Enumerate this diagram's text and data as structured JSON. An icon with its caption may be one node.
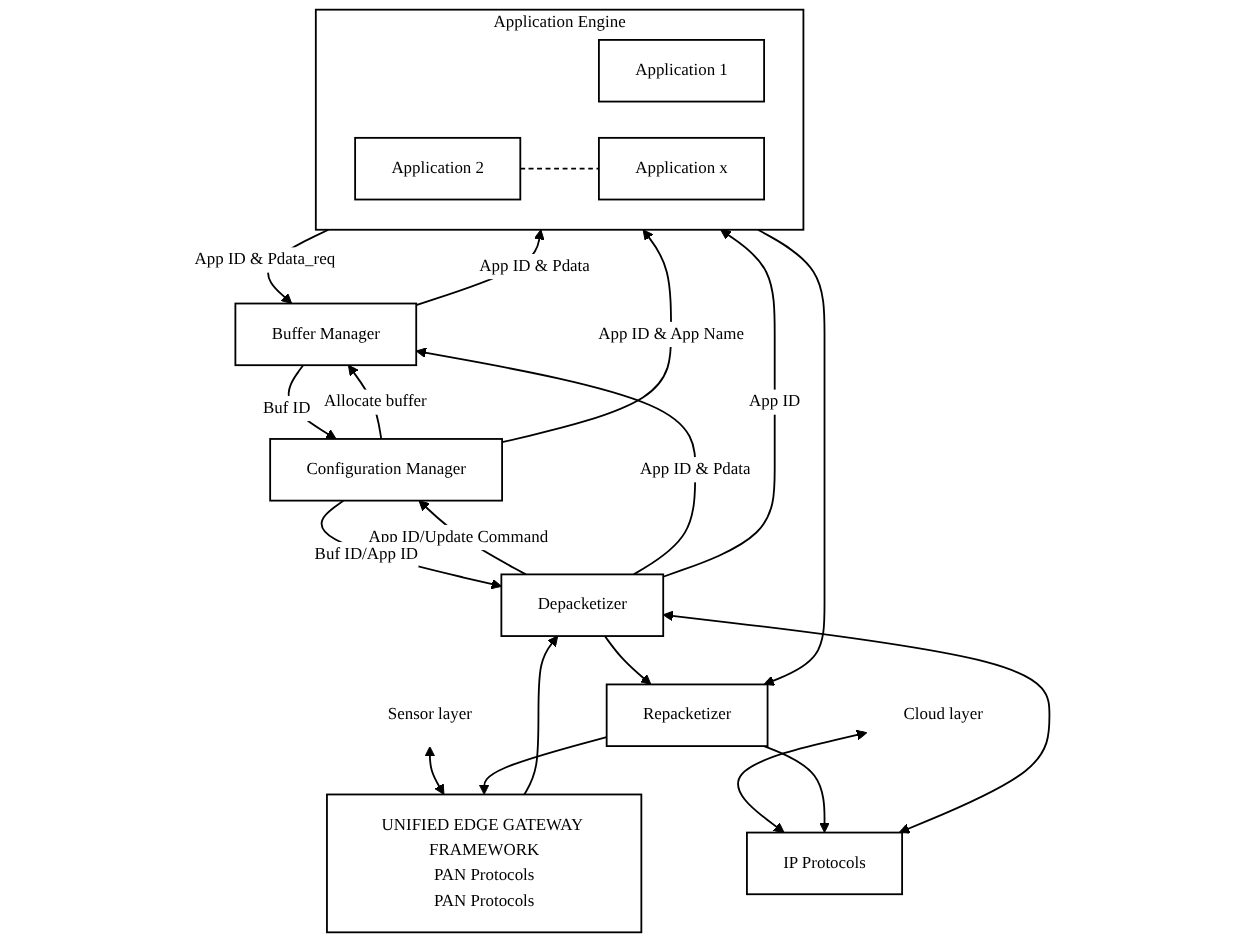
{
  "diagram": {
    "nodes": [
      {
        "text": [
          "Sensor layer"
        ]
      },
      {
        "text": [
          "Cloud layer"
        ]
      },
      {
        "text": [
          "UNIFIED EDGE GATEWAY FRAMEWORK",
          "PAN Protocols",
          "PAN Protocols"
        ]
      },
      {
        "text": [
          "IP Protocols"
        ]
      },
      {
        "text": [
          "Depacketizer"
        ]
      },
      {
        "text": [
          "Configuration Manager"
        ]
      },
      {
        "text": [
          "Buffer Manager"
        ]
      },
      {
        "text": [
          "Application Engine"
        ]
      },
      {
        "text": [
          "Application 1"
        ],
        "in": 7
      },
      {
        "text": [
          "Application 2"
        ],
        "in": 7
      },
      {
        "text": [
          "Application x"
        ],
        "in": 7
      },
      {
        "text": [
          "Repacketizer"
        ]
      }
    ],
    "edges": [
      {
        "from": 0,
        "to": 2,
        "arrow": "both"
      },
      {
        "from": 1,
        "to": 3,
        "arrow": "both"
      },
      {
        "from": 3,
        "to": 4,
        "arrow": "both"
      },
      {
        "from": 2,
        "to": 4,
        "arrow": "to"
      },
      {
        "from": 4,
        "to": 5,
        "arrow": "to",
        "label": "App ID/Update Command"
      },
      {
        "from": 5,
        "to": 4,
        "arrow": "to",
        "label": "Buf ID/App ID"
      },
      {
        "from": 4,
        "to": 6,
        "arrow": "to",
        "label": "App ID & Pdata"
      },
      {
        "from": 6,
        "to": 5,
        "arrow": "to",
        "label": "Buf ID"
      },
      {
        "from": 5,
        "to": 6,
        "arrow": "to",
        "label": "Allocate buffer"
      },
      {
        "from": 4,
        "to": 7,
        "arrow": "to",
        "label": "App ID"
      },
      {
        "from": 5,
        "to": 7,
        "arrow": "to",
        "label": "App ID & App Name"
      },
      {
        "from": 7,
        "to": 6,
        "arrow": "to",
        "label": "App ID & Pdata_req"
      },
      {
        "from": 6,
        "to": 7,
        "arrow": "to",
        "label": "App ID & Pdata"
      },
      {
        "from": 4,
        "to": 11,
        "arrow": "to"
      },
      {
        "from": 7,
        "to": 11,
        "arrow": "to"
      },
      {
        "from": 11,
        "to": 2,
        "arrow": "to"
      },
      {
        "from": 11,
        "to": 3,
        "arrow": "to"
      },
      {
        "from": 9,
        "to": 10,
        "arrow": "none",
        "style": "dashed"
      }
    ]
  }
}
